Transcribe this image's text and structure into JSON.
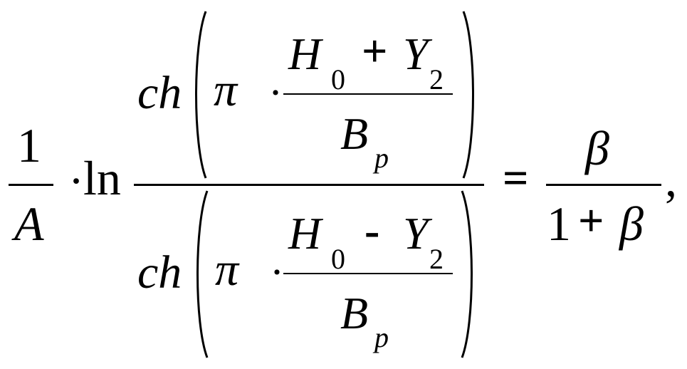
{
  "formula": {
    "lhs": {
      "coefficient": {
        "numerator": "1",
        "denominator": "A"
      },
      "dot": "·",
      "function": "ln",
      "numerator": {
        "func": "ch",
        "pi": "π",
        "dot": "·",
        "H": "H",
        "H_sub": "0",
        "op": "+",
        "Y": "Y",
        "Y_sub": "2",
        "B": "B",
        "B_sub": "p"
      },
      "denominator": {
        "func": "ch",
        "pi": "π",
        "dot": "·",
        "H": "H",
        "H_sub": "0",
        "op": "-",
        "Y": "Y",
        "Y_sub": "2",
        "B": "B",
        "B_sub": "p"
      }
    },
    "equals": "=",
    "rhs": {
      "numerator": "β",
      "denominator_one": "1",
      "denominator_op": "+",
      "denominator_beta": "β"
    },
    "trailing": ","
  }
}
